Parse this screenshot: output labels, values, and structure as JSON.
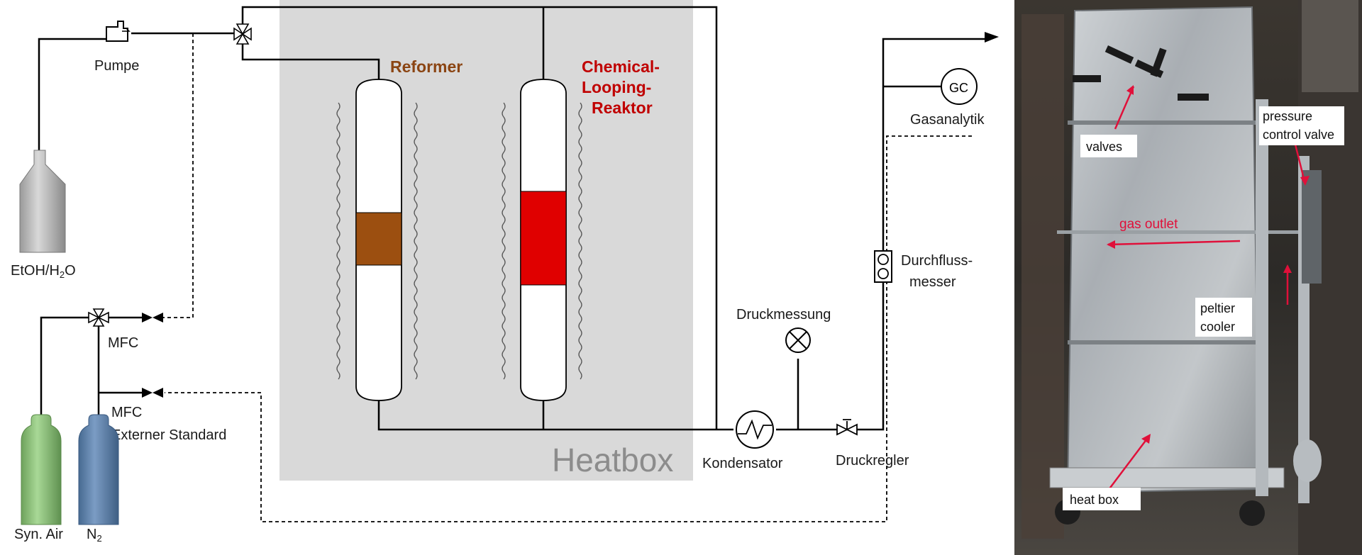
{
  "labels": {
    "pump": "Pumpe",
    "ethanol_water": "EtOH/H",
    "ethanol_water_sub": "2",
    "ethanol_water_end": "O",
    "mfc_1": "MFC",
    "mfc_2": "MFC",
    "external_standard": "Externer Standard",
    "syn_air": "Syn. Air",
    "nitrogen": "N",
    "nitrogen_sub": "2",
    "reformer": "Reformer",
    "cl_reactor_line1": "Chemical-",
    "cl_reactor_line2": "Looping-",
    "cl_reactor_line3": "Reaktor",
    "heatbox": "Heatbox",
    "condenser": "Kondensator",
    "pressure_measurement": "Druckmessung",
    "pressure_regulator": "Druckregler",
    "flow_meter_line1": "Durchfluss-",
    "flow_meter_line2": "messer",
    "gas_analytics": "Gasanalytik",
    "gc": "GC"
  },
  "photo_labels": {
    "valves": "valves",
    "pressure_control_valve_line1": "pressure",
    "pressure_control_valve_line2": "control valve",
    "gas_outlet": "gas outlet",
    "peltier_line1": "peltier",
    "peltier_line2": "cooler",
    "heat_box": "heat box"
  },
  "colors": {
    "heatbox_bg": "#d9d9d9",
    "heatbox_text": "#8c8c8c",
    "reformer_bed": "#9c4f10",
    "reformer_text": "#8b4513",
    "cl_bed": "#e00000",
    "cl_text": "#c00000",
    "bottle_gray": "#c4c4c4",
    "cylinder_green": "#8cc37a",
    "cylinder_blue": "#5d7fa6",
    "annotation_red": "#e0103a"
  }
}
